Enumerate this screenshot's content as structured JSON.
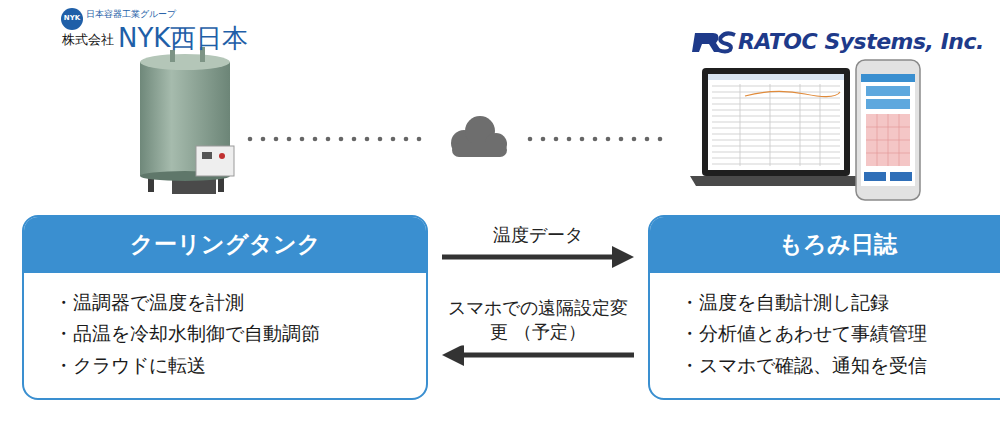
{
  "diagram": {
    "nodes": [
      {
        "text": [
          "クーリングタンク",
          "・温調器で温度を計測",
          "・品温を冷却水制御で自動調節",
          "・クラウドに転送"
        ]
      },
      {
        "text": [
          "もろみ日誌",
          "・温度を自動計測し記録",
          "・分析値とあわせて事績管理",
          "・スマホで確認、通知を受信"
        ]
      }
    ],
    "edges": [
      {
        "from": 0,
        "to": 1,
        "label": "温度データ",
        "arrow": "to"
      },
      {
        "from": 1,
        "to": 0,
        "label": "スマホでの遠隔設定変更 （予定）",
        "arrow": "to"
      }
    ],
    "labels": [
      "NYK",
      "日本容器工業グループ",
      "株式会社",
      "NYK西日本",
      "RATOC Systems, Inc."
    ]
  }
}
